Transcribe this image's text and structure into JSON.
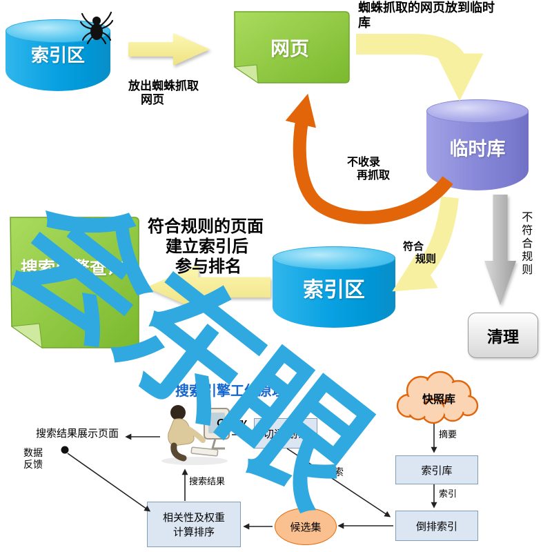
{
  "watermark": {
    "text": "会东眼"
  },
  "top_flow": {
    "index_db_1": "索引区",
    "release_note_line1": "放出蜘蛛抓取",
    "release_note_line2": "网页",
    "webpage_doc": "网页",
    "crawl_note_line1": "蜘蛛抓取的网页放到临时",
    "crawl_note_line2": "库",
    "temp_db": "临时库",
    "recrawl_note_line1": "不收录",
    "recrawl_note_line2": "再抓取",
    "rank_note_line1": "符合规则的页面",
    "rank_note_line2": "建立索引后",
    "rank_note_line3": "参与排名",
    "match_note_line1": "符合",
    "match_note_line2": "规则",
    "no_match_note": "不符合规则",
    "index_db_2": "索引区",
    "query_doc": "搜索引擎查询",
    "cleanup_label": "清理"
  },
  "bottom_flow": {
    "title": "搜索引擎工作原理",
    "query_label": "Query",
    "segment_box": "切词 划词",
    "snapshot_cloud": "快照库",
    "summary_label": "摘要",
    "index_lib_box": "索引库",
    "index_label": "索引",
    "inverted_box": "倒排索引",
    "retrieve_label": "检索",
    "candidate_label": "候选集",
    "sort_box_line1": "相关性及权重",
    "sort_box_line2": "计算排序",
    "result_label": "搜索结果",
    "results_page_text": "搜索结果展示页面",
    "feedback_line1": "数据",
    "feedback_line2": "反馈"
  },
  "colors": {
    "cyan": "#0AA2E2",
    "purple": "#8A8ADA",
    "green": "#8CC63F",
    "yellow": "#F7F0A0",
    "orange": "#E2650A",
    "gray": "#B8B8B8",
    "box_fill": "#DCE6F2",
    "box_border": "#7F9DB9",
    "watermark_blue": "#2FA9E0",
    "title_blue": "#1565CE"
  },
  "icons": {
    "spider": "spider-icon",
    "person": "person-at-computer-icon"
  }
}
